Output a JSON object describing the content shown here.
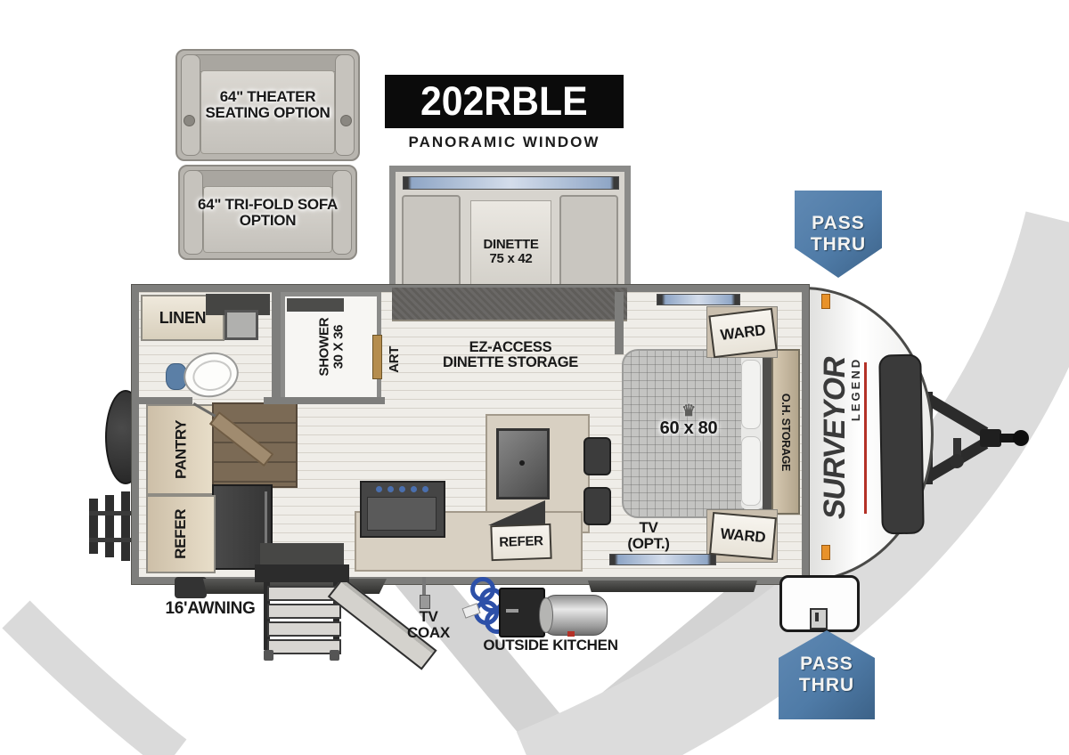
{
  "model": "202RBLE",
  "window_note": "PANORAMIC WINDOW",
  "options": {
    "theater_line1": "64\" THEATER",
    "theater_line2": "SEATING OPTION",
    "trifold_line1": "64\" TRI-FOLD SOFA",
    "trifold_line2": "OPTION"
  },
  "slideout": {
    "name": "DINETTE",
    "size": "75 x 42"
  },
  "interior": {
    "linen": "LINEN",
    "shower_line1": "SHOWER",
    "shower_line2": "30 X 36",
    "art": "ART",
    "storage_line1": "EZ-ACCESS",
    "storage_line2": "DINETTE STORAGE",
    "pantry": "PANTRY",
    "refer_wall": "REFER",
    "refer_kitchen": "REFER",
    "ward_top": "WARD",
    "ward_bottom": "WARD",
    "oh_storage": "O.H. STORAGE",
    "bed_crown": "♛",
    "bed_size": "60 x 80",
    "tv_line1": "TV",
    "tv_line2": "(OPT.)"
  },
  "brand": {
    "primary": "SURVEYOR",
    "secondary": "LEGEND"
  },
  "exterior": {
    "awning": "16'AWNING",
    "coax_line1": "TV",
    "coax_line2": "COAX",
    "outside_kitchen": "OUTSIDE KITCHEN",
    "pass_thru_top_line1": "PASS",
    "pass_thru_top_line2": "THRU",
    "pass_thru_bottom_line1": "PASS",
    "pass_thru_bottom_line2": "THRU"
  },
  "colors": {
    "badge_blue": "#4f7ba7",
    "badge_blue_dark": "#3c6288",
    "banner_bg": "#0b0b0b",
    "wall_gray": "#7e7e7c",
    "swoosh_gray": "#d8d8d8",
    "window_blue": "#8fa6c6",
    "accent_red": "#b43127",
    "marker_orange": "#e8922a",
    "hose_blue": "#2d50a8"
  }
}
